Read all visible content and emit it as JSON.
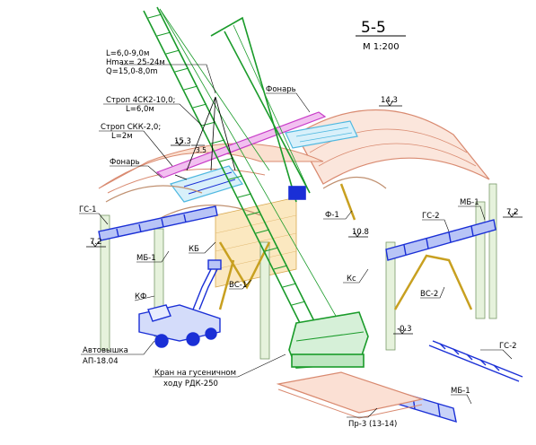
{
  "section": {
    "title": "5-5",
    "scale": "М 1:200"
  },
  "crane_params": {
    "line1": "L=6,0-9,0м",
    "line2": "Hmax= 25-24м",
    "line3": "Q=15,0-8,0m"
  },
  "labels": {
    "strop_4sk": "Строп 4СК2-10,0;",
    "strop_4sk_len": "L=6,0м",
    "strop_sk": "Строп СКК-2,0;",
    "strop_sk_len": "L=2м",
    "fonar_left": "Фонарь",
    "fonar_top": "Фонарь",
    "gs1": "ГС-1",
    "gs2_right": "ГС-2",
    "gs2_bottom": "ГС-2",
    "mb1_left": "МБ-1",
    "mb1_right": "МБ-1",
    "mb1_bottom": "МБ-1",
    "kb": "КБ",
    "kf": "КФ",
    "vs1": "ВС-1",
    "vs2": "ВС-2",
    "ks": "Кс",
    "f1": "Ф-1",
    "avtovyshka": "Автовышка",
    "avtovyshka_model": "АП-18.04",
    "crane_name": "Кран на гусеничном",
    "crane_model": "ходу РДК-250",
    "pr3": "Пр-3 (13-14)"
  },
  "elevations": {
    "e143": "14.3",
    "e153": "15.3",
    "e35": "3.5",
    "e72_left": "7.2",
    "e72_right": "7.2",
    "e108": "10.8",
    "e03": "-0.3"
  },
  "colors": {
    "crane": "#1a9b2a",
    "steel_blue": "#1a2fd6",
    "roof": "#d98a70",
    "magenta": "#c83cc8",
    "cyan": "#4fb8e0",
    "yellow_brace": "#c8a020",
    "brick": "#f0c880",
    "column": "#a8c890"
  }
}
